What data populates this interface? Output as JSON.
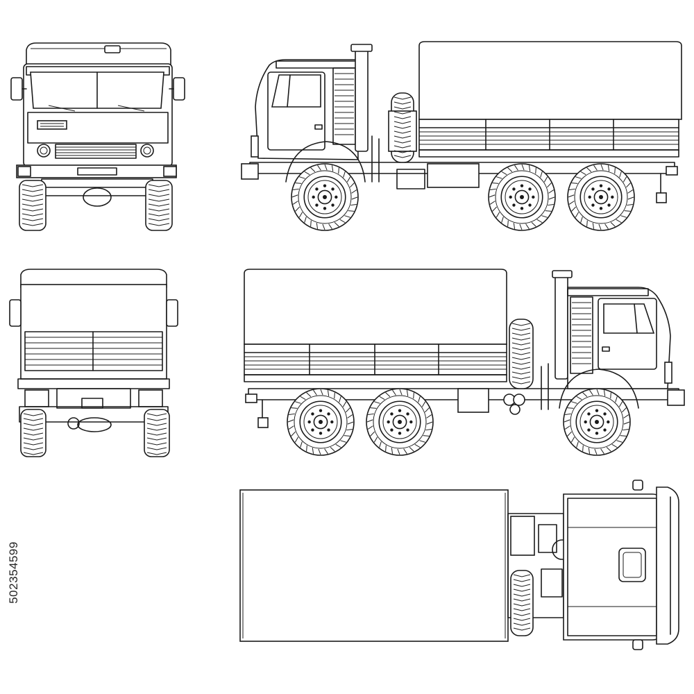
{
  "stock_image": {
    "id_text": "502354599"
  },
  "views": [
    {
      "key": "front",
      "icon": "truck-front-view-icon"
    },
    {
      "key": "left-side",
      "icon": "truck-left-side-view-icon"
    },
    {
      "key": "rear",
      "icon": "truck-rear-view-icon"
    },
    {
      "key": "right-side",
      "icon": "truck-right-side-view-icon"
    },
    {
      "key": "top",
      "icon": "truck-top-view-icon"
    }
  ],
  "colors": {
    "background": "#ffffff",
    "line": "#1a1a1a"
  }
}
